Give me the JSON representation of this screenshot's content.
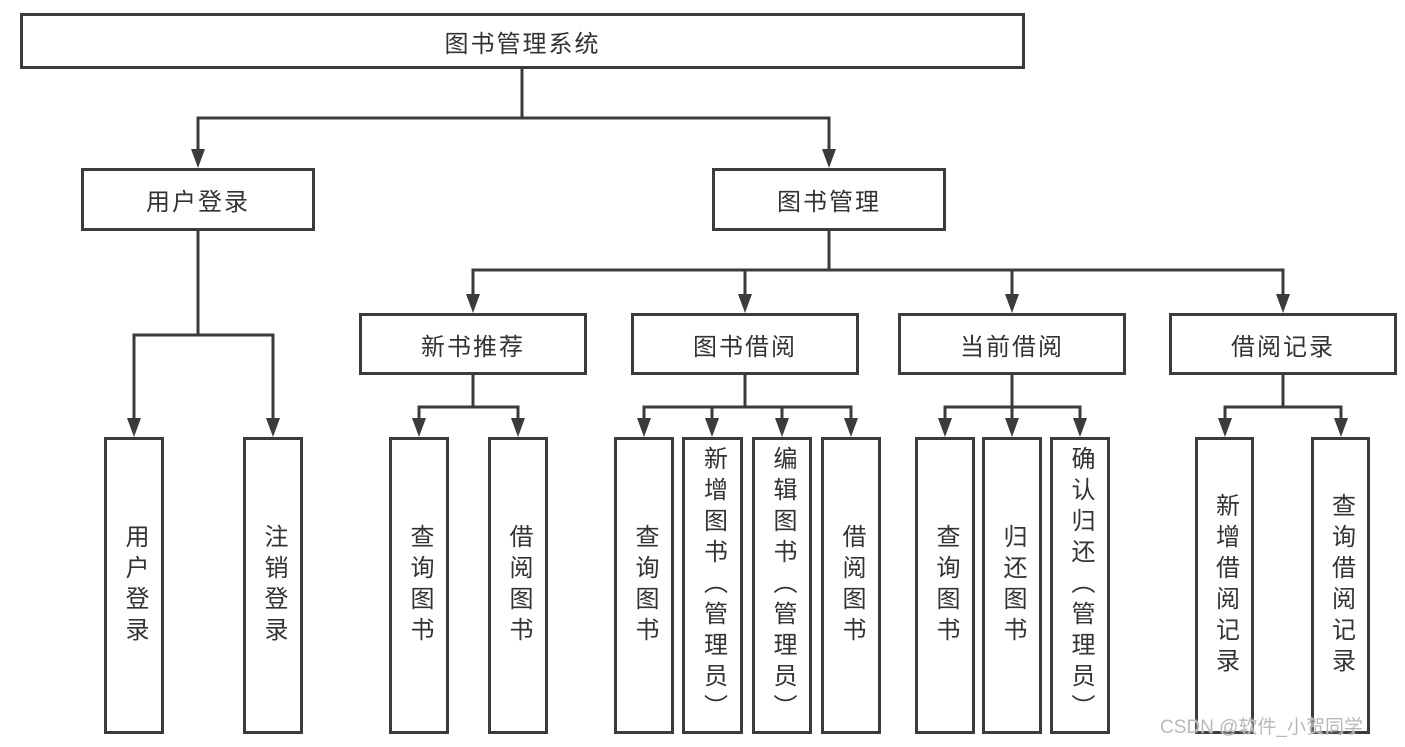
{
  "tree": {
    "root": {
      "label": "图书管理系统"
    },
    "branches": [
      {
        "label": "用户登录",
        "children": [
          {
            "label": "用户登录"
          },
          {
            "label": "注销登录"
          }
        ]
      },
      {
        "label": "图书管理",
        "children": [
          {
            "label": "新书推荐",
            "children": [
              {
                "label": "查询图书"
              },
              {
                "label": "借阅图书"
              }
            ]
          },
          {
            "label": "图书借阅",
            "children": [
              {
                "label": "查询图书"
              },
              {
                "label": "新增图书（管理员）"
              },
              {
                "label": "编辑图书（管理员）"
              },
              {
                "label": "借阅图书"
              }
            ]
          },
          {
            "label": "当前借阅",
            "children": [
              {
                "label": "查询图书"
              },
              {
                "label": "归还图书"
              },
              {
                "label": "确认归还（管理员）"
              }
            ]
          },
          {
            "label": "借阅记录",
            "children": [
              {
                "label": "新增借阅记录"
              },
              {
                "label": "查询借阅记录"
              }
            ]
          }
        ]
      }
    ]
  },
  "watermark": {
    "text": "CSDN @软件_小贺同学"
  },
  "colors": {
    "line": "#3b3b3b",
    "text": "#333333",
    "box_background": "#ffffff",
    "background": "#ffffff",
    "watermark": "#b9b9b9"
  }
}
